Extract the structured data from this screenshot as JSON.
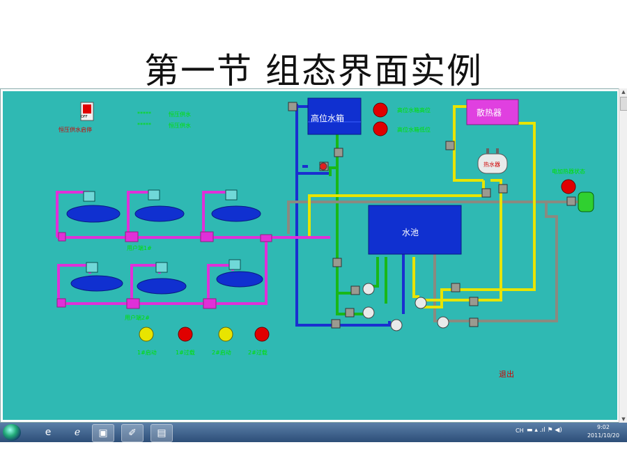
{
  "slide": {
    "title": "第一节 组态界面实例"
  },
  "hmi": {
    "switch_label": "恒压供水启停",
    "switch_state": "OFF",
    "status_rows": [
      {
        "value": "*****",
        "label": "恒压供水"
      },
      {
        "value": "*****",
        "label": "恒压供水"
      }
    ],
    "high_tank": "高位水箱",
    "radiator": "散热器",
    "heater": "热水器",
    "pool": "水池",
    "top_indicators": [
      {
        "label": "高位水箱高位"
      },
      {
        "label": "高位水箱低位"
      }
    ],
    "right_indicator_label": "电加热器状态",
    "user_group_1": "用户端1#",
    "user_group_2": "用户端2#",
    "bottom_indicators": [
      {
        "label": "1#启动"
      },
      {
        "label": "1#过载"
      },
      {
        "label": "2#启动"
      },
      {
        "label": "2#过载"
      }
    ],
    "exit": "退出"
  },
  "taskbar": {
    "items": [
      {
        "icon": "ie-icon",
        "glyph": "e"
      },
      {
        "icon": "ie-alt-icon",
        "glyph": "ℯ"
      },
      {
        "icon": "presentation-icon",
        "glyph": "▣"
      },
      {
        "icon": "tool-icon",
        "glyph": "✐"
      },
      {
        "icon": "window-app-icon",
        "glyph": "▤"
      }
    ],
    "lang": "CH",
    "tray_glyphs": "▬ ▴ .ıl ⚑ ◀)",
    "time": "9:02",
    "date": "2011/10/20"
  },
  "colors": {
    "background": "#2fb9b3",
    "pipe_blue": "#1a2fd0",
    "pipe_green": "#18b818",
    "pipe_magenta": "#e030d8",
    "pipe_yellow": "#e8e400",
    "pipe_gray": "#8a8a80",
    "tank_blue": "#1030d0",
    "radiator": "#e040e0"
  }
}
